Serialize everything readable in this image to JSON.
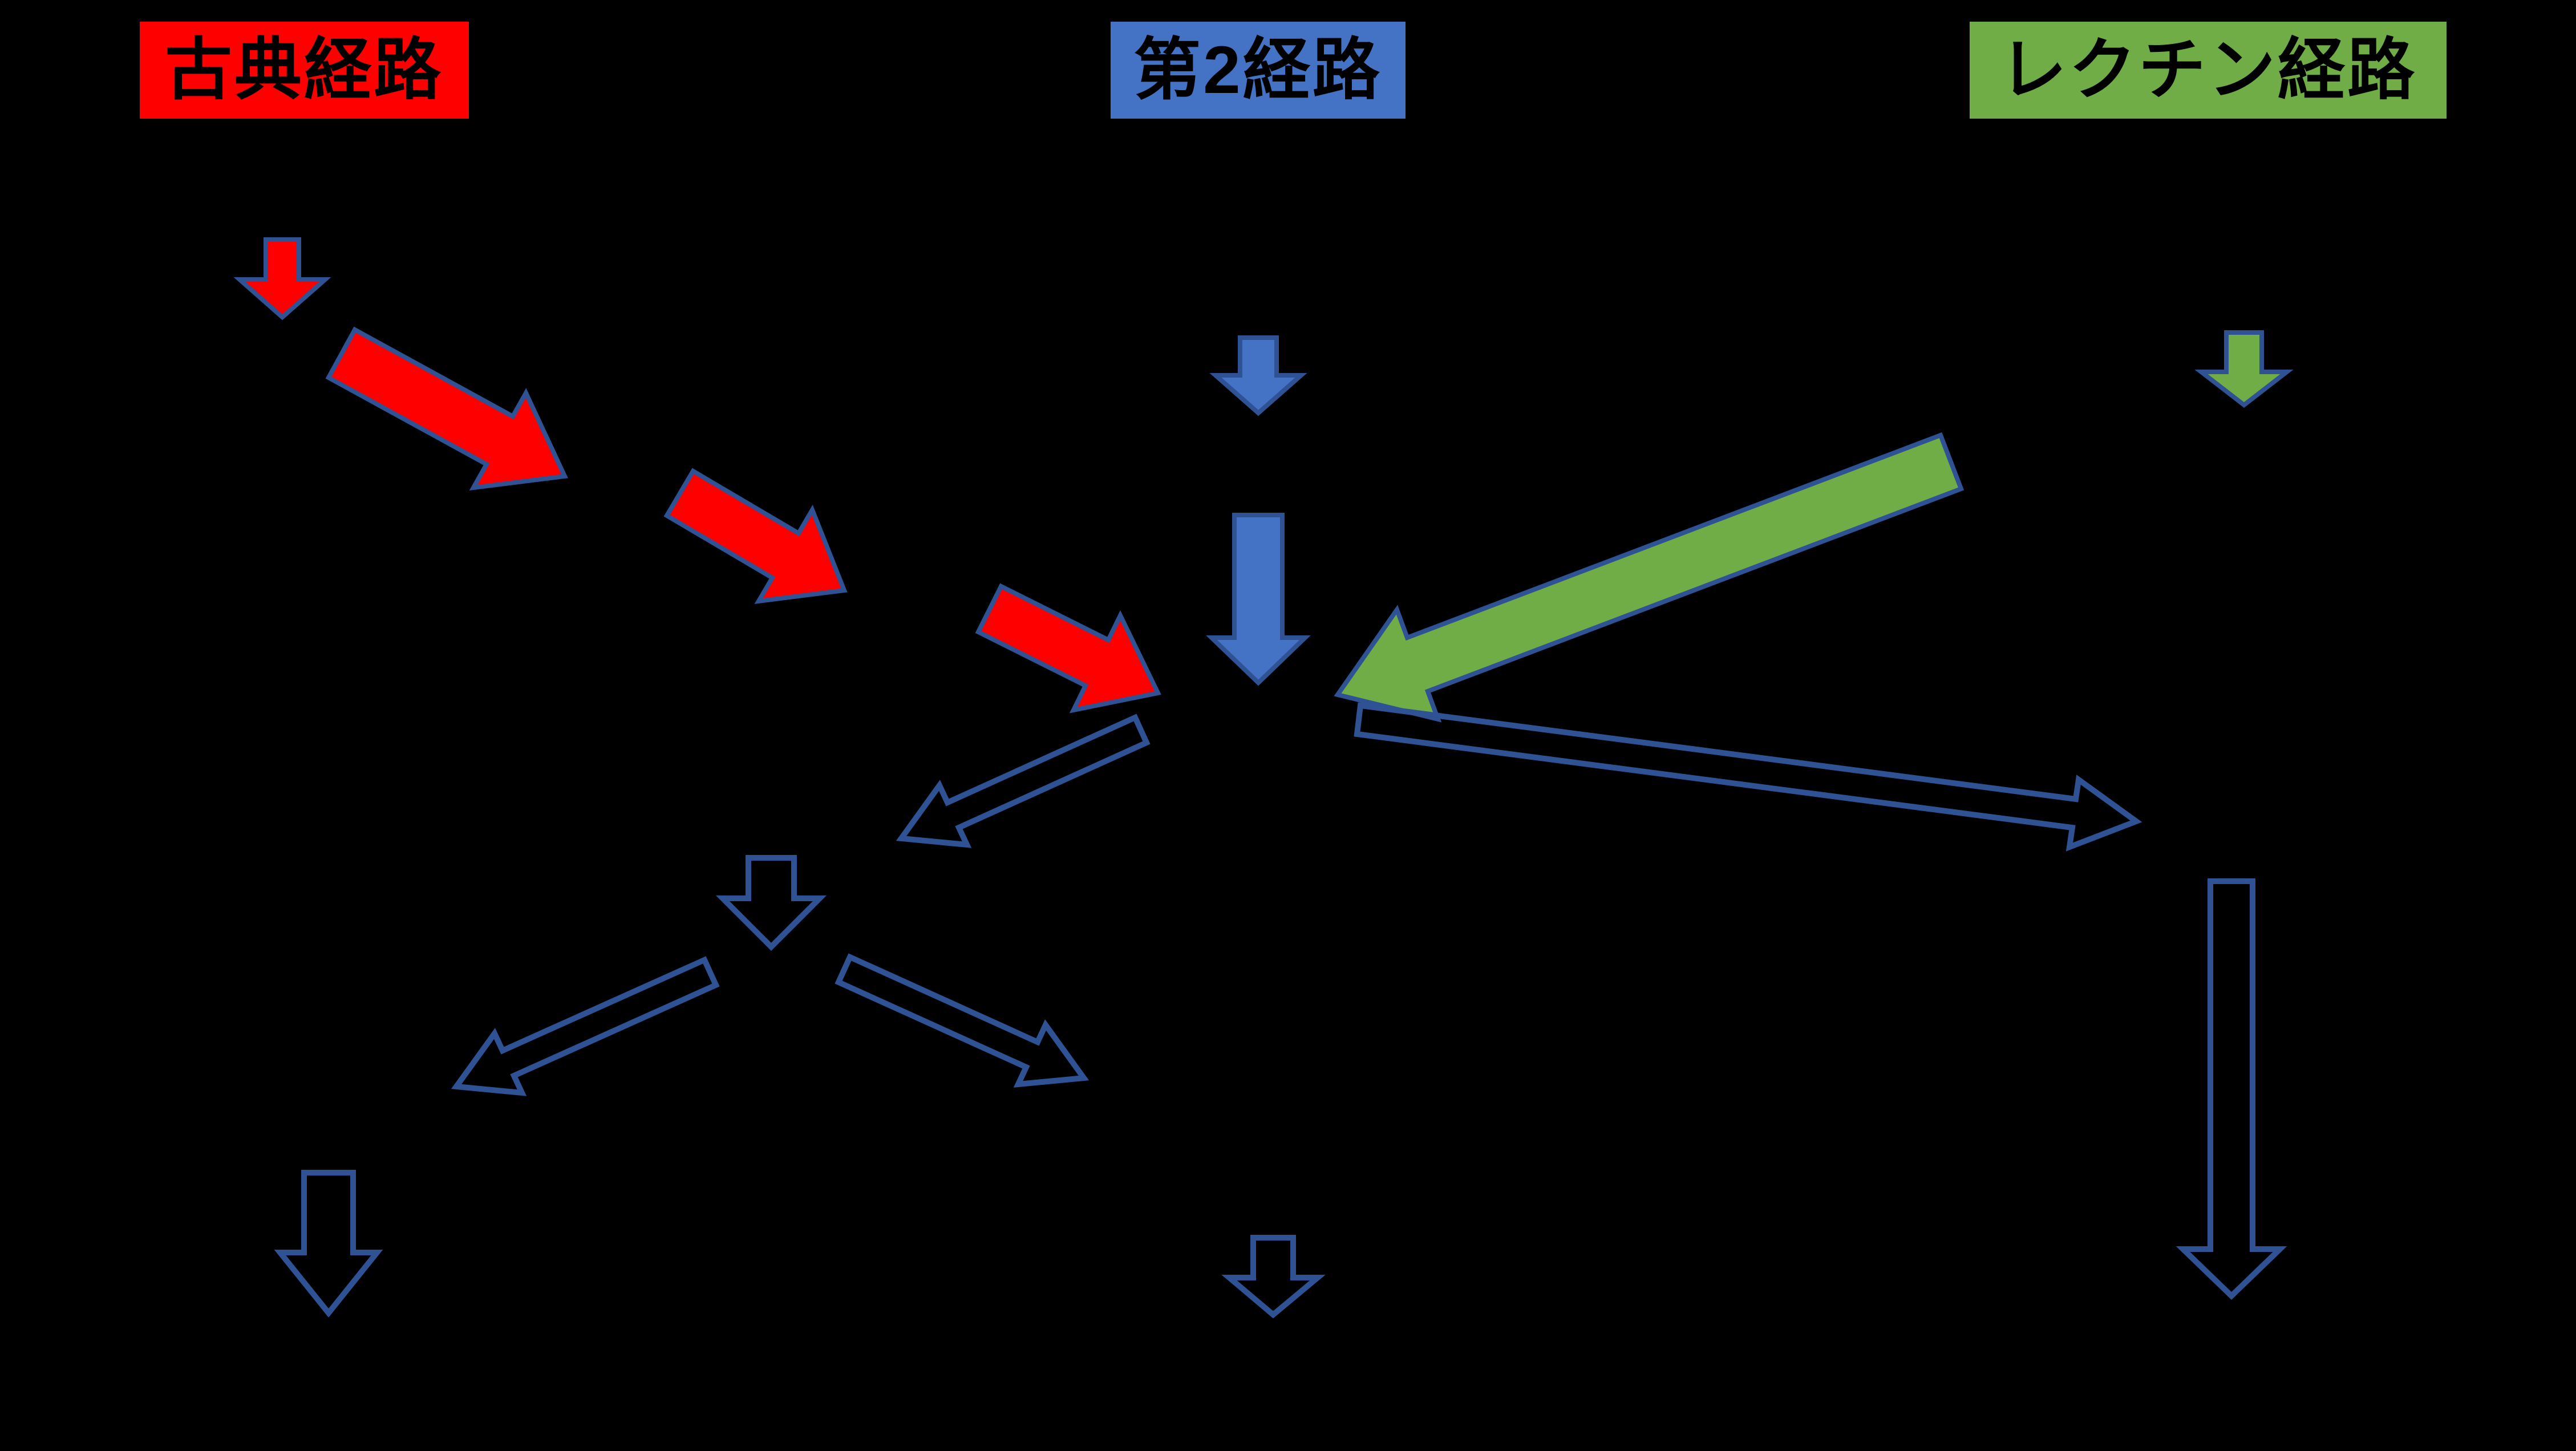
{
  "figure": {
    "kind": "complement-activation-pathway-diagram",
    "background": "#000000"
  },
  "colors": {
    "background": "#000000",
    "red": "#FF0000",
    "blue": "#4472C4",
    "green": "#70AD47",
    "arrow_outline": "#2E5294",
    "label_text": "#000000"
  },
  "labels": {
    "classical": {
      "text": "古典経路",
      "bg": "#FF0000"
    },
    "alternative": {
      "text": "第2経路",
      "bg": "#4472C4"
    },
    "lectin": {
      "text": "レクチン経路",
      "bg": "#70AD47"
    }
  },
  "arrows": [
    {
      "name": "classical-step-arrow-1",
      "style": "solid",
      "color": "red",
      "direction": "down"
    },
    {
      "name": "classical-step-arrow-2",
      "style": "solid",
      "color": "red",
      "direction": "down-right"
    },
    {
      "name": "classical-step-arrow-3",
      "style": "solid",
      "color": "red",
      "direction": "down-right"
    },
    {
      "name": "classical-step-arrow-4",
      "style": "solid",
      "color": "red",
      "direction": "down-right"
    },
    {
      "name": "alternative-step-arrow-1",
      "style": "solid",
      "color": "blue",
      "direction": "down"
    },
    {
      "name": "alternative-step-arrow-2",
      "style": "solid",
      "color": "blue",
      "direction": "down"
    },
    {
      "name": "lectin-step-arrow-1",
      "style": "solid",
      "color": "green",
      "direction": "down"
    },
    {
      "name": "lectin-merge-arrow",
      "style": "solid",
      "color": "green",
      "direction": "down-left"
    },
    {
      "name": "center-left-branch-arrow",
      "style": "outline",
      "color": "none",
      "direction": "down-left"
    },
    {
      "name": "center-right-branch-arrow",
      "style": "outline",
      "color": "none",
      "direction": "right-down"
    },
    {
      "name": "branch-down-arrow",
      "style": "outline",
      "color": "none",
      "direction": "down"
    },
    {
      "name": "branch-left-arrow",
      "style": "outline",
      "color": "none",
      "direction": "down-left"
    },
    {
      "name": "branch-right-arrow",
      "style": "outline",
      "color": "none",
      "direction": "down-right"
    },
    {
      "name": "bottom-left-down-arrow",
      "style": "outline",
      "color": "none",
      "direction": "down"
    },
    {
      "name": "bottom-center-down-arrow",
      "style": "outline",
      "color": "none",
      "direction": "down"
    },
    {
      "name": "right-long-down-arrow",
      "style": "outline",
      "color": "none",
      "direction": "down"
    }
  ]
}
